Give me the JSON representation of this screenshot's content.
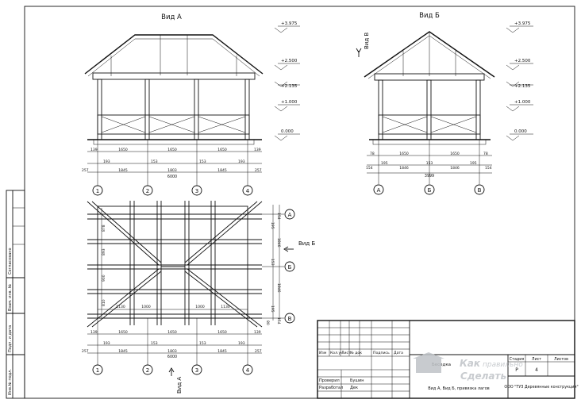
{
  "views": {
    "view_a_title": "Вид А",
    "view_b_title": "Вид Б",
    "arrow_b_label": "Вид Б",
    "arrow_a_label": "Вид А",
    "arrow_v_label": "Вид В"
  },
  "levels": [
    "+3.975",
    "+2.500",
    "+2.135",
    "+1.000",
    "0.000"
  ],
  "view_a_dims": {
    "row1": [
      "139",
      "1650",
      "1650",
      "1650",
      "139"
    ],
    "row2": [
      "257",
      "193",
      "1845",
      "153",
      "1803",
      "153",
      "1845",
      "193",
      "257"
    ],
    "total": "6000"
  },
  "view_b_dims": {
    "row1": [
      "78",
      "1650",
      "1650",
      "78"
    ],
    "row2": [
      "154",
      "195",
      "1846",
      "153",
      "1846",
      "195",
      "154"
    ],
    "total": "3999"
  },
  "plan_dims": {
    "row1": [
      "139",
      "1650",
      "1650",
      "1650",
      "139"
    ],
    "row2": [
      "257",
      "193",
      "1845",
      "153",
      "1803",
      "153",
      "1845",
      "193",
      "257"
    ],
    "total": "6000",
    "inner": [
      "1130",
      "1000",
      "1000",
      "1130"
    ],
    "left_dims": [
      "878",
      "893",
      "900",
      "810"
    ],
    "right_dims": [
      "154",
      "195",
      "1846",
      "153",
      "1846",
      "195",
      "154"
    ],
    "right_small": [
      "80"
    ]
  },
  "axes_numeric": [
    "1",
    "2",
    "3",
    "4"
  ],
  "axes_letters": [
    "А",
    "Б",
    "В"
  ],
  "side_stamp": {
    "agreed": "Согласовано",
    "inv_repl": "Взам. инв. №",
    "sign_date": "Подп. и дата",
    "inv_orig": "Инв.№ подл."
  },
  "title_block": {
    "cols": [
      "Изм",
      "Кол.уч",
      "Лист",
      "№ док",
      "Подпись",
      "Дата"
    ],
    "checked_label": "Проверил",
    "checked_name": "Бушин",
    "developed_label": "Разработал",
    "developed_name": "Дек",
    "project": "Беседка",
    "stage_h": "Стадия",
    "sheet_h": "Лист",
    "sheets_h": "Листов",
    "stage_v": "Р",
    "sheet_v": "4",
    "description": "Вид А, Вид Б, привязка лагов",
    "company": "ООО \"ТУЗ Деревянные конструкции\""
  },
  "watermark": {
    "line1": "Как",
    "line2": "правильно",
    "line3": "Сделать"
  }
}
